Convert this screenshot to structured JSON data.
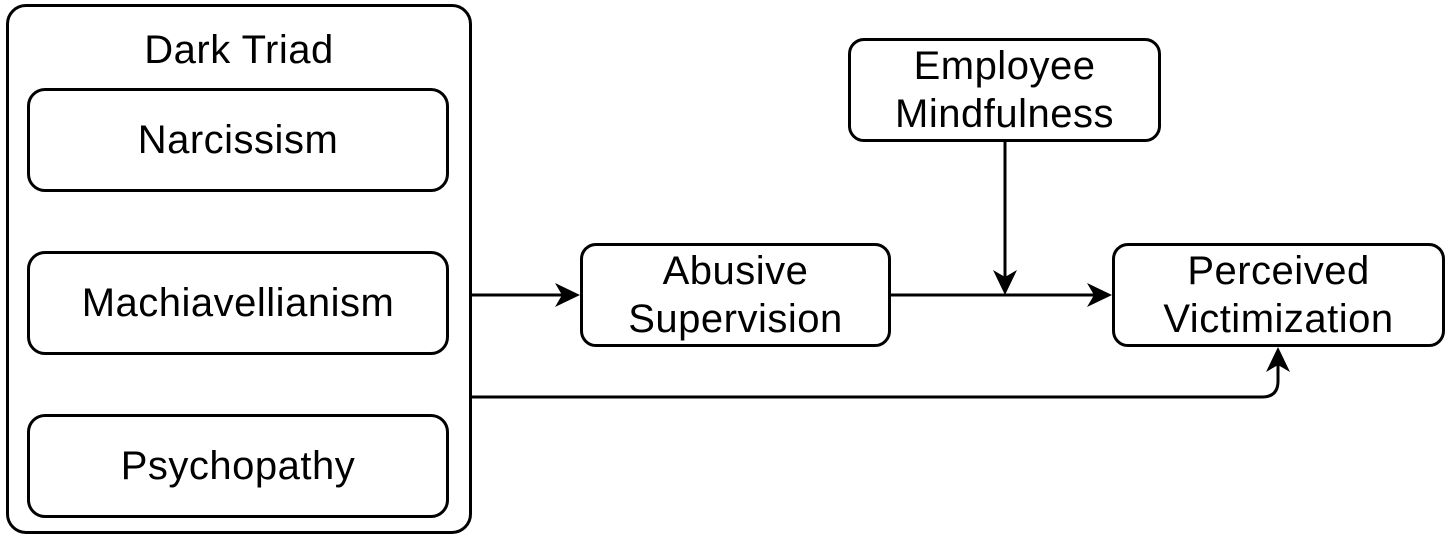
{
  "group": {
    "title": "Dark Triad",
    "items": [
      "Narcissism",
      "Machiavellianism",
      "Psychopathy"
    ]
  },
  "nodes": {
    "abusive_supervision": [
      "Abusive",
      "Supervision"
    ],
    "employee_mindfulness": [
      "Employee",
      "Mindfulness"
    ],
    "perceived_victimization": [
      "Perceived",
      "Victimization"
    ]
  },
  "colors": {
    "stroke": "#000000",
    "fill": "#ffffff"
  }
}
